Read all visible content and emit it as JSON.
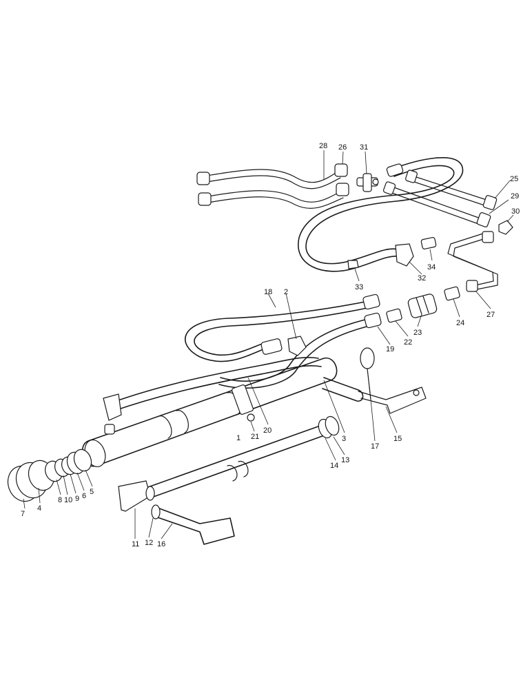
{
  "callouts": [
    {
      "n": "1"
    },
    {
      "n": "2"
    },
    {
      "n": "3"
    },
    {
      "n": "4"
    },
    {
      "n": "5"
    },
    {
      "n": "6"
    },
    {
      "n": "7"
    },
    {
      "n": "8"
    },
    {
      "n": "9"
    },
    {
      "n": "10"
    },
    {
      "n": "11"
    },
    {
      "n": "12"
    },
    {
      "n": "13"
    },
    {
      "n": "14"
    },
    {
      "n": "15"
    },
    {
      "n": "16"
    },
    {
      "n": "17"
    },
    {
      "n": "18"
    },
    {
      "n": "19"
    },
    {
      "n": "20"
    },
    {
      "n": "21"
    },
    {
      "n": "22"
    },
    {
      "n": "23"
    },
    {
      "n": "24"
    },
    {
      "n": "25"
    },
    {
      "n": "26"
    },
    {
      "n": "27"
    },
    {
      "n": "28"
    },
    {
      "n": "29"
    },
    {
      "n": "30"
    },
    {
      "n": "31"
    },
    {
      "n": "32"
    },
    {
      "n": "33"
    },
    {
      "n": "34"
    }
  ]
}
